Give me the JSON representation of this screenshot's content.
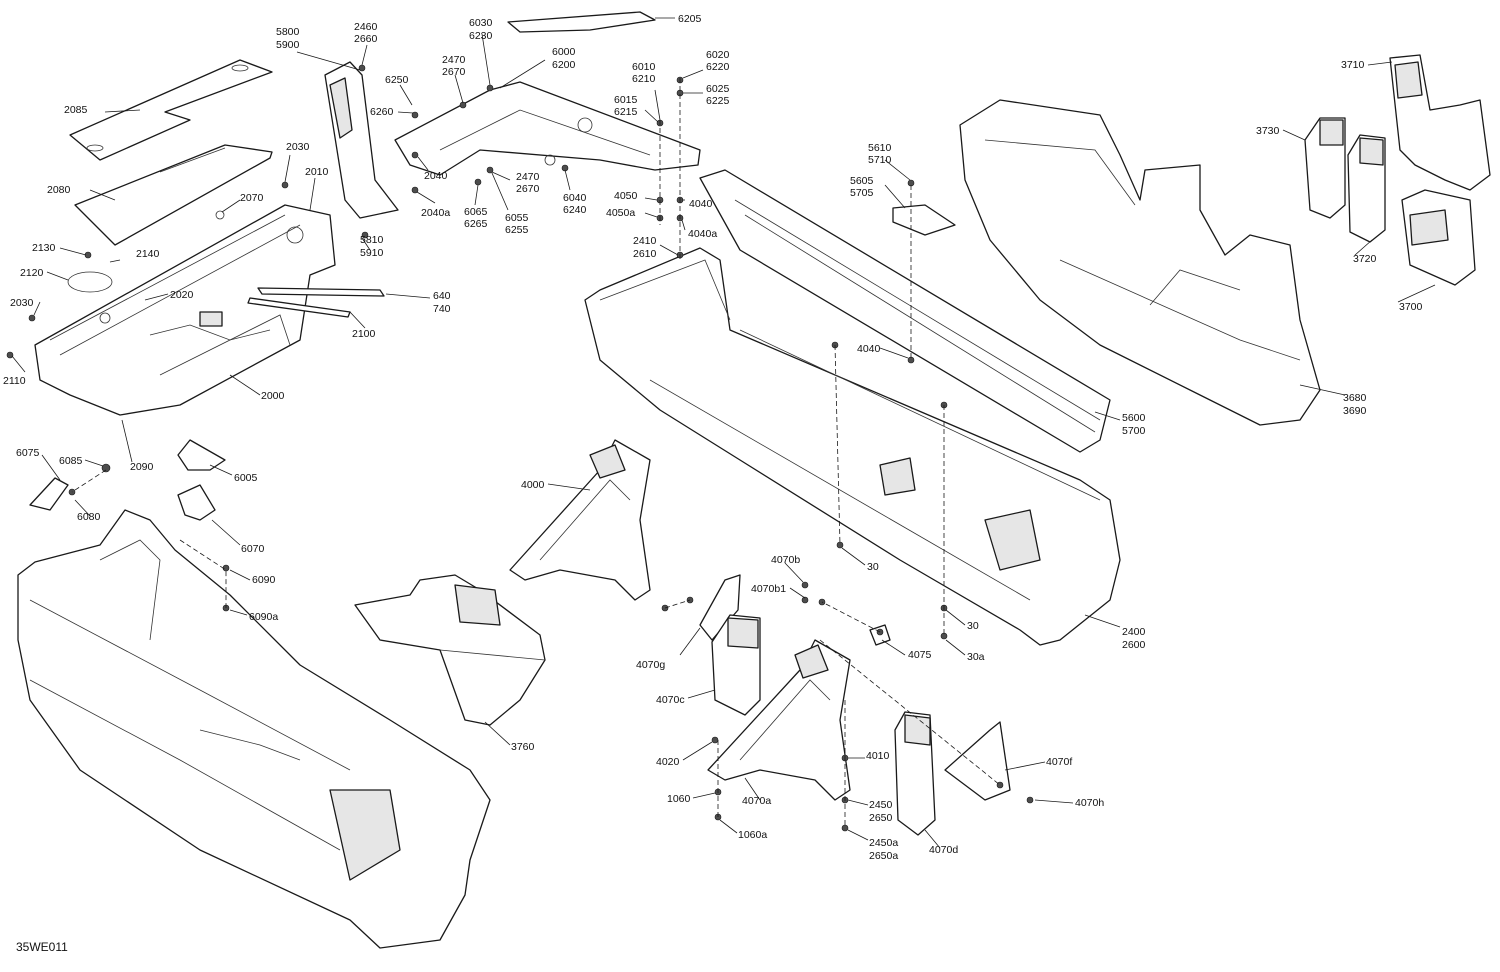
{
  "figure_code": "35WE011",
  "labels": [
    {
      "id": "l2085",
      "lines": [
        "2085"
      ]
    },
    {
      "id": "l5800",
      "lines": [
        "5800",
        "5900"
      ]
    },
    {
      "id": "l2460",
      "lines": [
        "2460",
        "2660"
      ]
    },
    {
      "id": "l6030",
      "lines": [
        "6030",
        "6230"
      ]
    },
    {
      "id": "l6205",
      "lines": [
        "6205"
      ]
    },
    {
      "id": "l6000",
      "lines": [
        "6000",
        "6200"
      ]
    },
    {
      "id": "l2470a",
      "lines": [
        "2470",
        "2670"
      ]
    },
    {
      "id": "l6250",
      "lines": [
        "6250"
      ]
    },
    {
      "id": "l6260",
      "lines": [
        "6260"
      ]
    },
    {
      "id": "l6010",
      "lines": [
        "6010",
        "6210"
      ]
    },
    {
      "id": "l6020",
      "lines": [
        "6020",
        "6220"
      ]
    },
    {
      "id": "l6025",
      "lines": [
        "6025",
        "6225"
      ]
    },
    {
      "id": "l6015",
      "lines": [
        "6015",
        "6215"
      ]
    },
    {
      "id": "l2030a",
      "lines": [
        "2030"
      ]
    },
    {
      "id": "l2080",
      "lines": [
        "2080"
      ]
    },
    {
      "id": "l2010",
      "lines": [
        "2010"
      ]
    },
    {
      "id": "l2070",
      "lines": [
        "2070"
      ]
    },
    {
      "id": "l2040",
      "lines": [
        "2040"
      ]
    },
    {
      "id": "l2470b",
      "lines": [
        "2470",
        "2670"
      ]
    },
    {
      "id": "l2040a",
      "lines": [
        "2040a"
      ]
    },
    {
      "id": "l6065",
      "lines": [
        "6065",
        "6265"
      ]
    },
    {
      "id": "l6055",
      "lines": [
        "6055",
        "6255"
      ]
    },
    {
      "id": "l6040",
      "lines": [
        "6040",
        "6240"
      ]
    },
    {
      "id": "l4050",
      "lines": [
        "4050"
      ]
    },
    {
      "id": "l4050a",
      "lines": [
        "4050a"
      ]
    },
    {
      "id": "l4040a",
      "lines": [
        "4040"
      ]
    },
    {
      "id": "l4040aa",
      "lines": [
        "4040a"
      ]
    },
    {
      "id": "l2130",
      "lines": [
        "2130"
      ]
    },
    {
      "id": "l2140",
      "lines": [
        "2140"
      ]
    },
    {
      "id": "l5810",
      "lines": [
        "5810",
        "5910"
      ]
    },
    {
      "id": "l2410",
      "lines": [
        "2410",
        "2610"
      ]
    },
    {
      "id": "l2120",
      "lines": [
        "2120"
      ]
    },
    {
      "id": "l2020",
      "lines": [
        "2020"
      ]
    },
    {
      "id": "l2030b",
      "lines": [
        "2030"
      ]
    },
    {
      "id": "l640",
      "lines": [
        "640",
        "740"
      ]
    },
    {
      "id": "l2100",
      "lines": [
        "2100"
      ]
    },
    {
      "id": "l2110",
      "lines": [
        "2110"
      ]
    },
    {
      "id": "l2000",
      "lines": [
        "2000"
      ]
    },
    {
      "id": "l5610",
      "lines": [
        "5610",
        "5710"
      ]
    },
    {
      "id": "l5605",
      "lines": [
        "5605",
        "5705"
      ]
    },
    {
      "id": "l4040b",
      "lines": [
        "4040"
      ]
    },
    {
      "id": "l3710",
      "lines": [
        "3710"
      ]
    },
    {
      "id": "l3730",
      "lines": [
        "3730"
      ]
    },
    {
      "id": "l3720",
      "lines": [
        "3720"
      ]
    },
    {
      "id": "l3700",
      "lines": [
        "3700"
      ]
    },
    {
      "id": "l3680",
      "lines": [
        "3680",
        "3690"
      ]
    },
    {
      "id": "l5600",
      "lines": [
        "5600",
        "5700"
      ]
    },
    {
      "id": "l6075",
      "lines": [
        "6075"
      ]
    },
    {
      "id": "l6085",
      "lines": [
        "6085"
      ]
    },
    {
      "id": "l2090",
      "lines": [
        "2090"
      ]
    },
    {
      "id": "l6005",
      "lines": [
        "6005"
      ]
    },
    {
      "id": "l6080",
      "lines": [
        "6080"
      ]
    },
    {
      "id": "l6070",
      "lines": [
        "6070"
      ]
    },
    {
      "id": "l6090",
      "lines": [
        "6090"
      ]
    },
    {
      "id": "l6090a",
      "lines": [
        "6090a"
      ]
    },
    {
      "id": "l4000",
      "lines": [
        "4000"
      ]
    },
    {
      "id": "l30a",
      "lines": [
        "30"
      ]
    },
    {
      "id": "l30b",
      "lines": [
        "30"
      ]
    },
    {
      "id": "l30c",
      "lines": [
        "30a"
      ]
    },
    {
      "id": "l2400",
      "lines": [
        "2400",
        "2600"
      ]
    },
    {
      "id": "l4070b",
      "lines": [
        "4070b"
      ]
    },
    {
      "id": "l4070b1",
      "lines": [
        "4070b1"
      ]
    },
    {
      "id": "l4070g",
      "lines": [
        "4070g"
      ]
    },
    {
      "id": "l4075",
      "lines": [
        "4075"
      ]
    },
    {
      "id": "l4070c",
      "lines": [
        "4070c"
      ]
    },
    {
      "id": "l3760",
      "lines": [
        "3760"
      ]
    },
    {
      "id": "l4020",
      "lines": [
        "4020"
      ]
    },
    {
      "id": "l4010",
      "lines": [
        "4010"
      ]
    },
    {
      "id": "l4070f",
      "lines": [
        "4070f"
      ]
    },
    {
      "id": "l1060",
      "lines": [
        "1060"
      ]
    },
    {
      "id": "l4070a",
      "lines": [
        "4070a"
      ]
    },
    {
      "id": "l2450",
      "lines": [
        "2450",
        "2650"
      ]
    },
    {
      "id": "l4070h",
      "lines": [
        "4070h"
      ]
    },
    {
      "id": "l1060a",
      "lines": [
        "1060a"
      ]
    },
    {
      "id": "l2450a",
      "lines": [
        "2450a",
        "2650a"
      ]
    },
    {
      "id": "l4070d",
      "lines": [
        "4070d"
      ]
    }
  ]
}
